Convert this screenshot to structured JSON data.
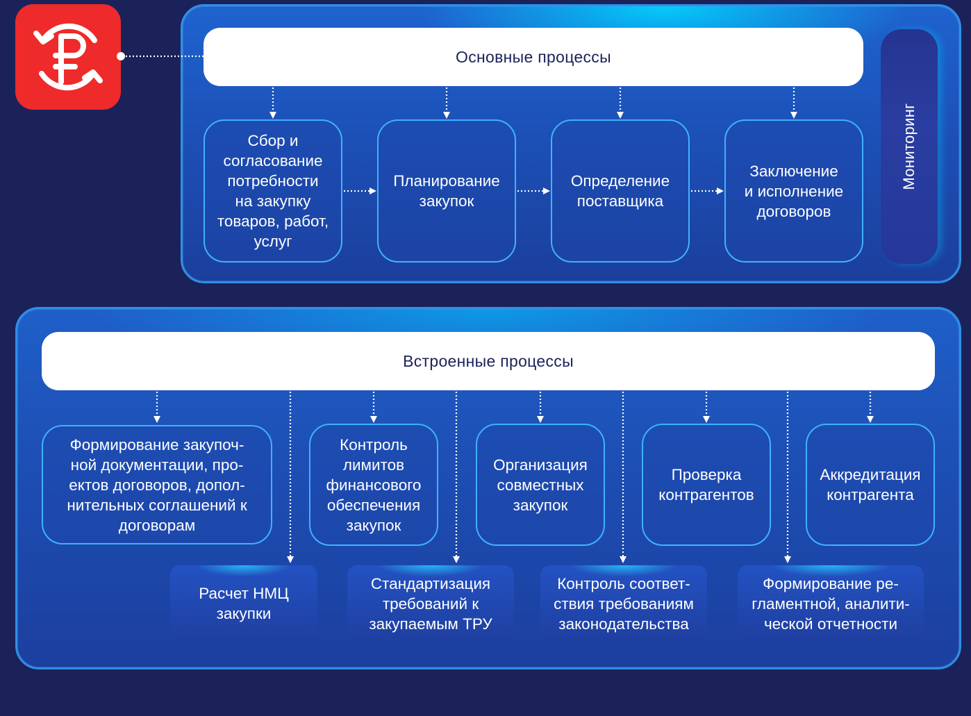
{
  "main": {
    "title": "Основные процессы",
    "monitoring": "Мониторинг",
    "steps": [
      "Сбор и\nсогласование\nпотребности\nна закупку\nтоваров, работ,\nуслуг",
      "Планирование\nзакупок",
      "Определение\nпоставщика",
      "Заключение\nи исполнение\nдоговоров"
    ]
  },
  "embedded": {
    "title": "Встроенные процессы",
    "upper": [
      "Формирование закупоч-\nной документации, про-\nектов договоров, допол-\nнительных соглашений к\nдоговорам",
      "Контроль\nлимитов\nфинансового\nобеспечения\nзакупок",
      "Организация\nсовместных\nзакупок",
      "Проверка\nконтрагентов",
      "Аккредитация\nконтрагента"
    ],
    "lower": [
      "Расчет НМЦ\nзакупки",
      "Стандартизация\nтребований к\nзакупаемым ТРУ",
      "Контроль соответ-\nствия требованиям\nзаконодательства",
      "Формирование ре-\nгламентной, аналити-\nческой отчетности"
    ]
  },
  "colors": {
    "background": "#1b2259",
    "panel": "#1d4eb3",
    "accent": "#3fb2ff",
    "logo": "#ee2a2a"
  },
  "icons": {
    "logo": "ruble-cycle-icon"
  }
}
